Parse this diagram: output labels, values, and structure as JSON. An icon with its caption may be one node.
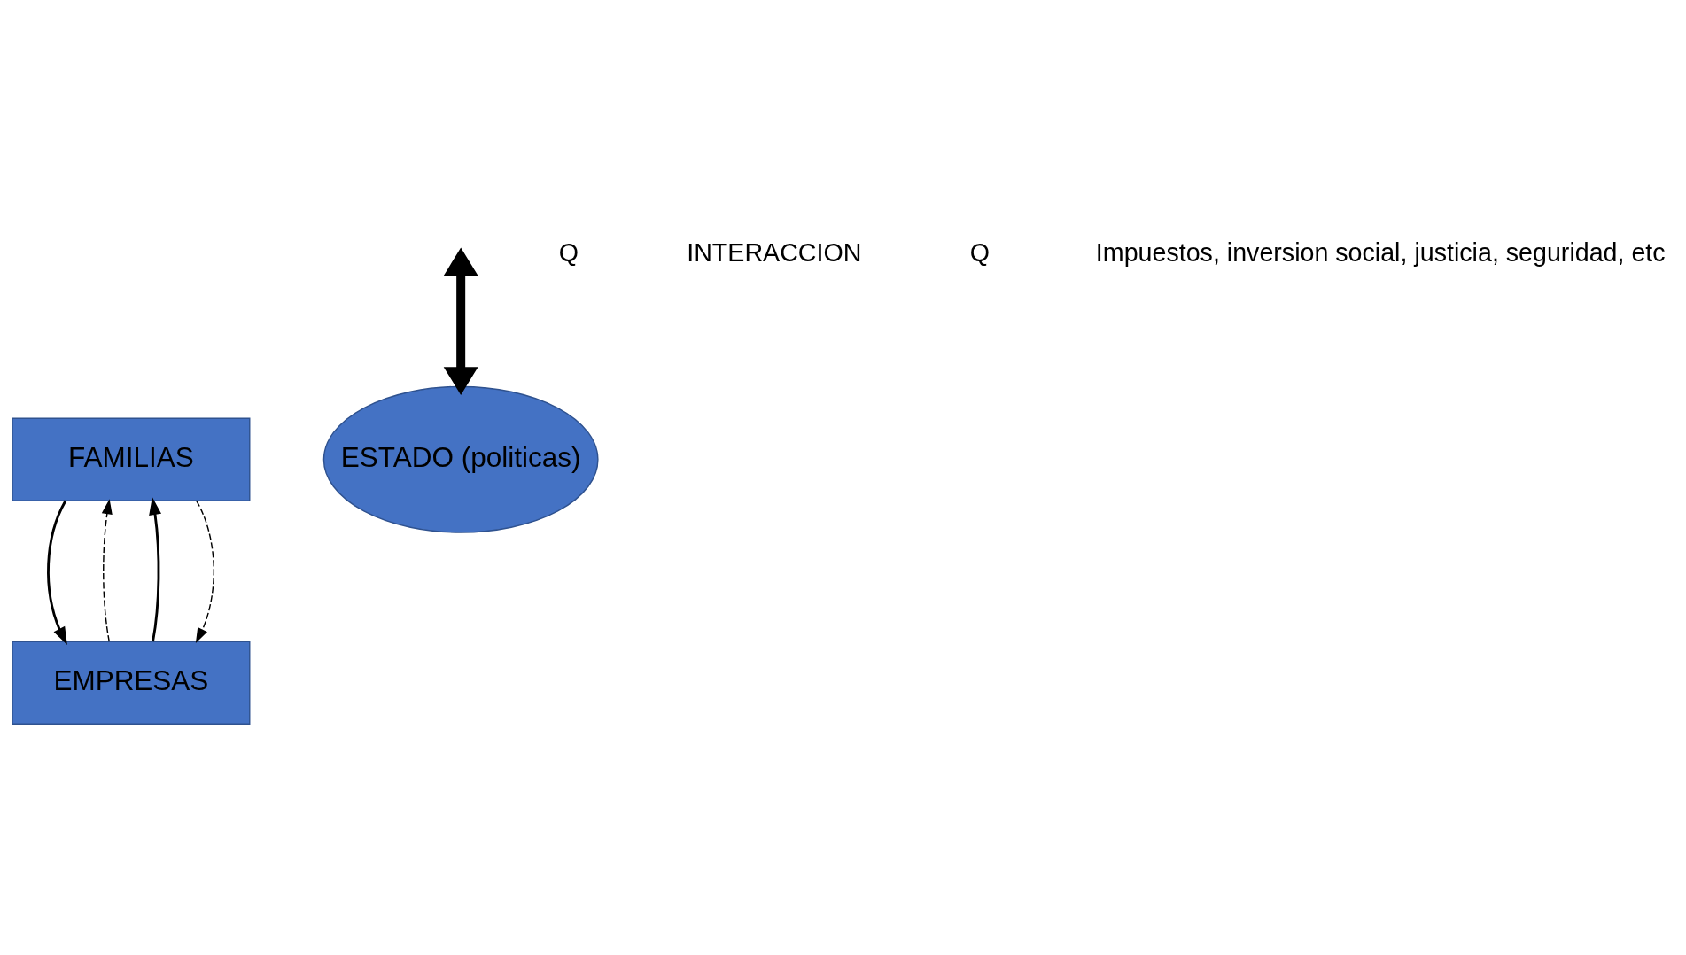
{
  "diagram": {
    "nodes": [
      {
        "text": [
          "FAMILIAS"
        ]
      },
      {
        "text": [
          "EMPRESAS"
        ]
      },
      {
        "text": [
          "ESTADO (politicas)"
        ]
      }
    ],
    "edges": [
      {
        "from": 0,
        "to": 1,
        "arrow": "to"
      },
      {
        "from": 1,
        "to": 0,
        "arrow": "to",
        "style": "dashed"
      },
      {
        "from": 1,
        "to": 0,
        "arrow": "to"
      },
      {
        "from": 0,
        "to": 1,
        "arrow": "to",
        "style": "dashed"
      },
      {
        "from": null,
        "to": 2,
        "arrow": "both",
        "style": "thick"
      }
    ],
    "labels": [
      "Q",
      "INTERACCION",
      "Q",
      "Impuestos, inversion social, justicia, seguridad, etc"
    ]
  }
}
